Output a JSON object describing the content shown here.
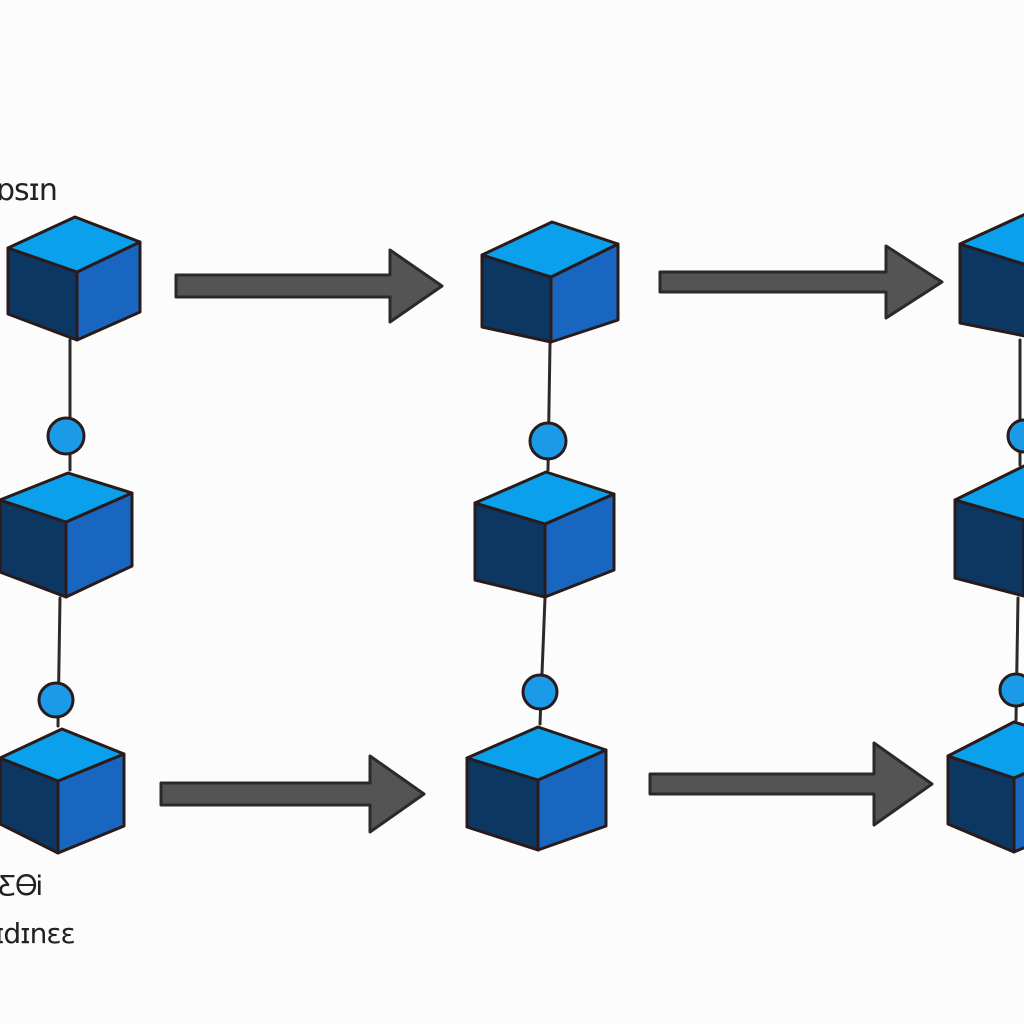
{
  "labels": {
    "top": "ɒsɪn",
    "bottom_line1": "ƸᎾᎥ",
    "bottom_line2": "ɪdɪnɛɛ"
  },
  "colors": {
    "background": "#fcfcfc",
    "cube_top": "#0aa0ec",
    "cube_left": "#0d3763",
    "cube_right": "#1866c0",
    "cube_outline": "#2a1a1a",
    "node_fill": "#1b9ae8",
    "connector": "#2a2a2a",
    "arrow_fill": "#545454",
    "arrow_outline": "#2a2a2a"
  },
  "icons": {
    "cube": "cube-icon",
    "node": "circle-node-icon",
    "arrow": "right-arrow-icon"
  }
}
